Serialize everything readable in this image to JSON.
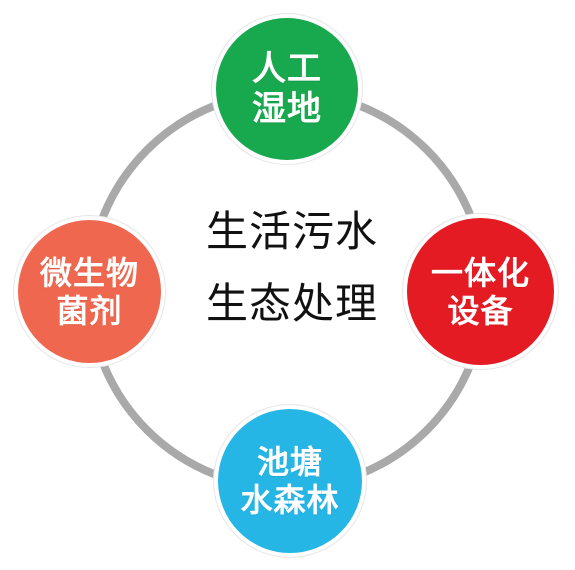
{
  "diagram": {
    "center": {
      "line1": "生活污水",
      "line2": "生态处理"
    },
    "nodes": [
      {
        "id": "top",
        "line1": "人工",
        "line2": "湿地",
        "color": "#18A84E"
      },
      {
        "id": "right",
        "line1": "一体化",
        "line2": "设备",
        "color": "#E51B24"
      },
      {
        "id": "bottom",
        "line1": "池塘",
        "line2": "水森林",
        "color": "#26B6E6"
      },
      {
        "id": "left",
        "line1": "微生物",
        "line2": "菌剂",
        "color": "#F0674F"
      }
    ],
    "ring_color": "#A9A9A9"
  }
}
